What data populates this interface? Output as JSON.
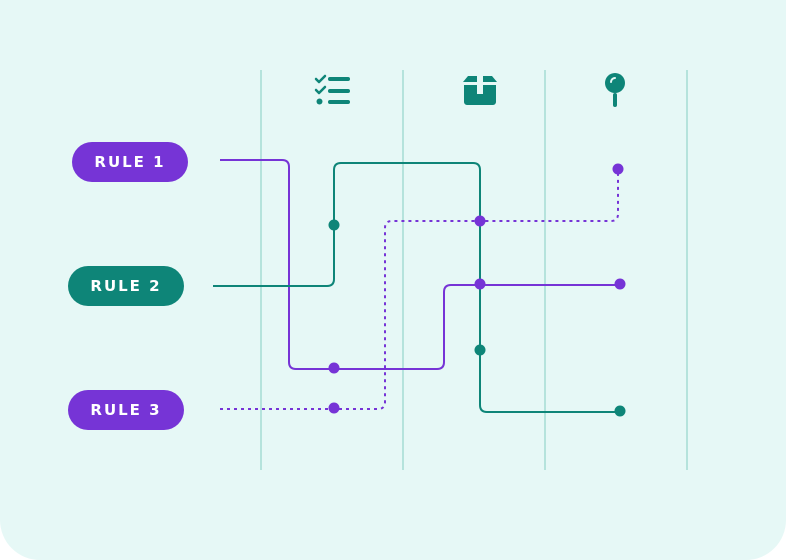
{
  "colors": {
    "purple": "#7634d6",
    "teal": "#0e8578",
    "grid": "#b5e3dc",
    "background": "#e6f8f6"
  },
  "columns": [
    {
      "icon": "checklist-icon"
    },
    {
      "icon": "package-icon"
    },
    {
      "icon": "pin-icon"
    }
  ],
  "rules": [
    {
      "label": "RULE 1",
      "color": "purple",
      "style": "solid"
    },
    {
      "label": "RULE 2",
      "color": "teal",
      "style": "solid"
    },
    {
      "label": "RULE 3",
      "color": "purple",
      "style": "dotted"
    }
  ]
}
